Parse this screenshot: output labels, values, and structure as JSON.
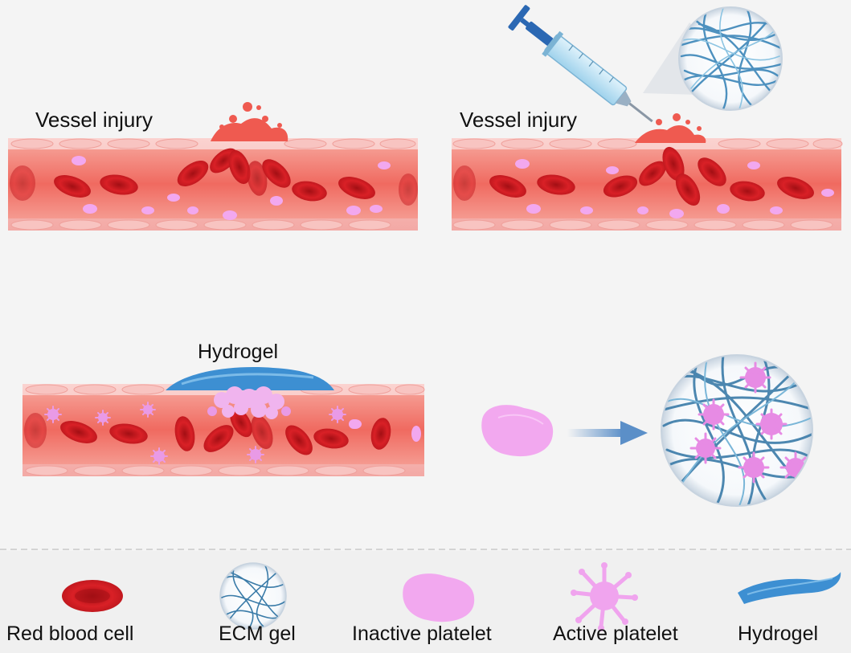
{
  "labels": {
    "top_left": "Vessel injury",
    "top_right": "Vessel injury",
    "bottom_left": "Hydrogel"
  },
  "legend": {
    "items": [
      {
        "label": "Red blood cell",
        "icon": "red-blood-cell-icon"
      },
      {
        "label": "ECM gel",
        "icon": "ecm-gel-icon"
      },
      {
        "label": "Inactive platelet",
        "icon": "inactive-platelet-icon"
      },
      {
        "label": "Active platelet",
        "icon": "active-platelet-icon"
      },
      {
        "label": "Hydrogel",
        "icon": "hydrogel-icon"
      }
    ]
  },
  "colors": {
    "background": "#f4f4f4",
    "vessel_wall": "#f6b5b2",
    "vessel_lumen": "#f27a72",
    "red_blood_cell": "#c9171d",
    "inactive_platelet": "#f0a6ee",
    "active_platelet": "#e78be4",
    "hydrogel": "#3b8fd0",
    "ecm_fiber": "#2f7fb3",
    "arrow": "#5b8fc8"
  }
}
